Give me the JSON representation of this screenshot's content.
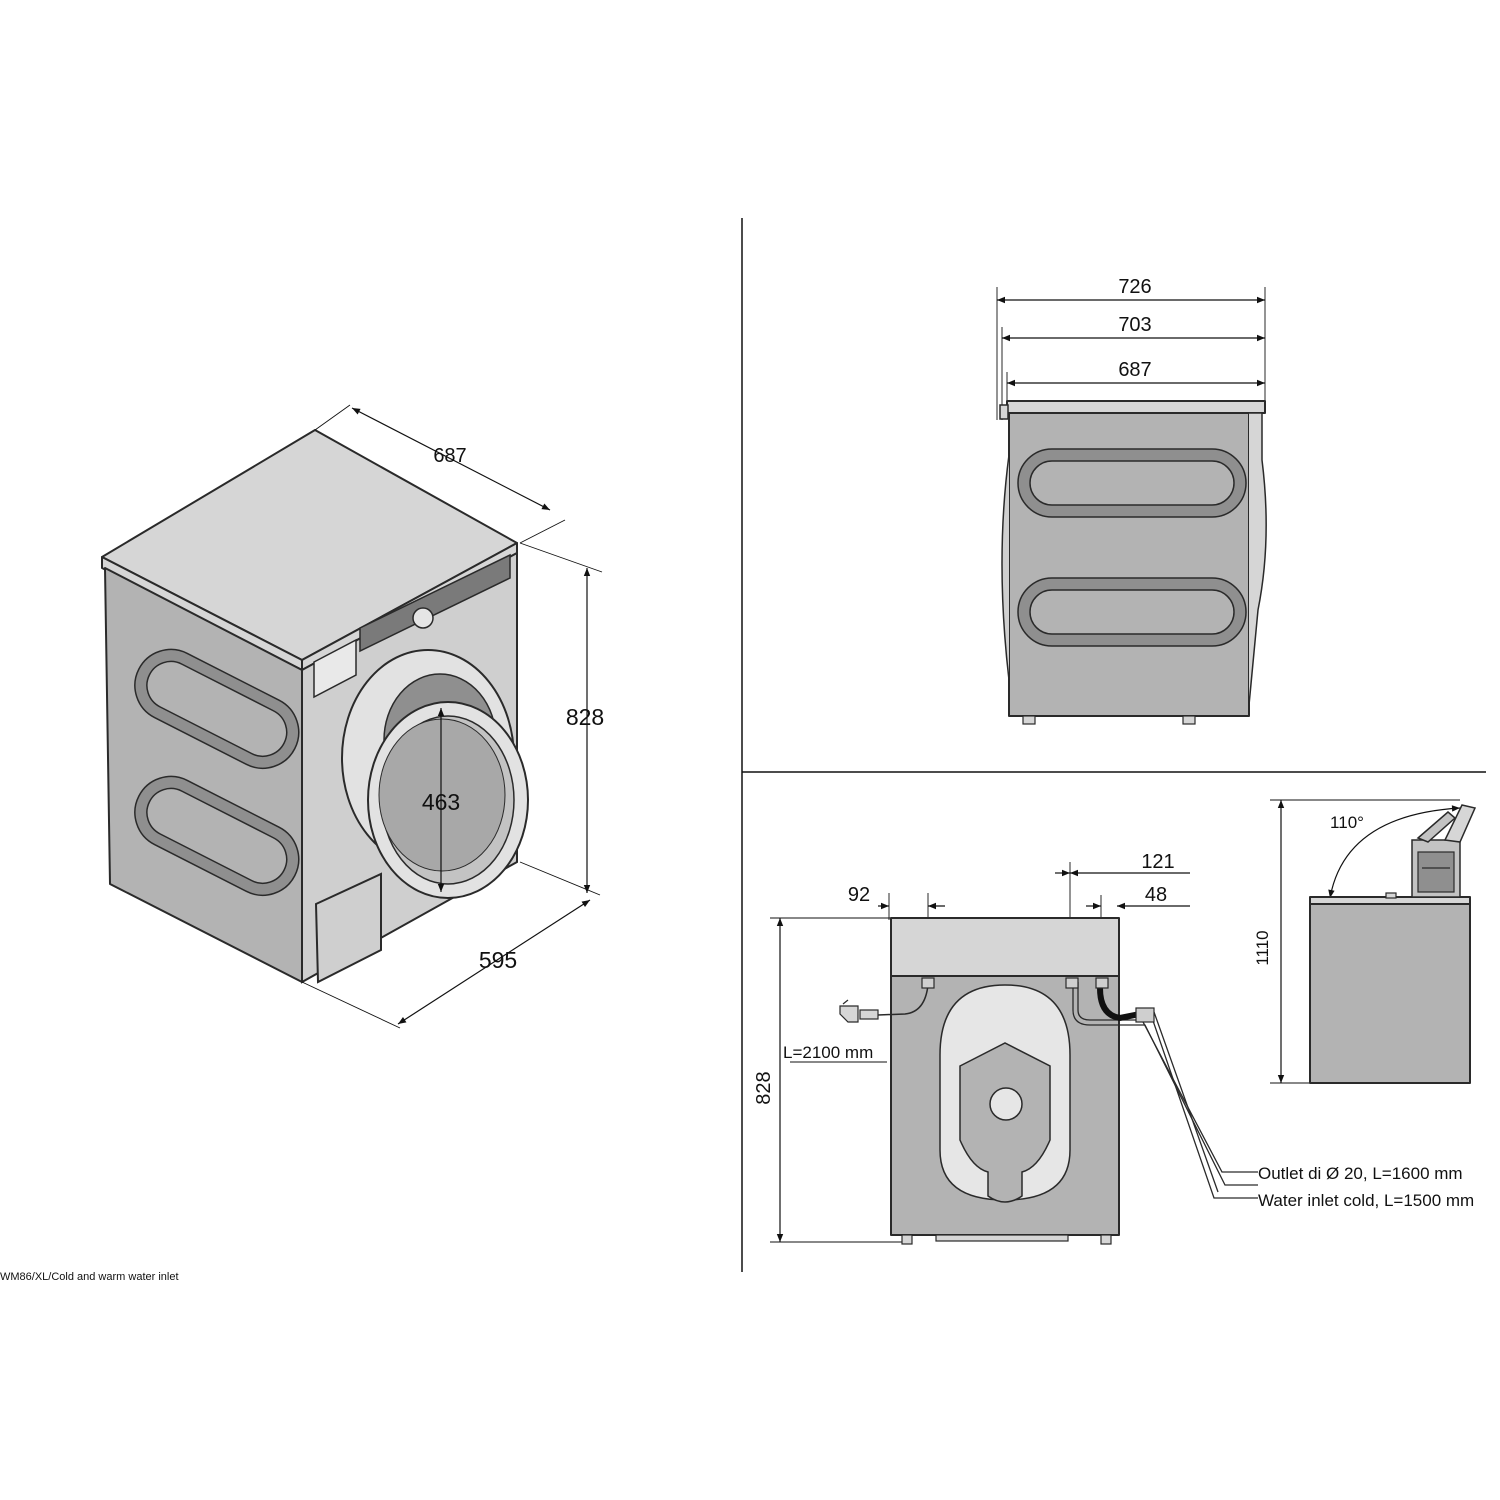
{
  "isometric_view": {
    "depth_label": "687",
    "height_label": "828",
    "width_label": "595",
    "door_diameter_label": "463"
  },
  "side_view": {
    "overall_depth_label": "726",
    "depth_mid_label": "703",
    "depth_body_label": "687"
  },
  "rear_view": {
    "power_offset_label": "92",
    "outlet_offset_label": "121",
    "inlet_offset_label": "48",
    "height_label": "828",
    "power_cable_label": "L=2100 mm",
    "outlet_note": "Outlet di Ø 20, L=1600 mm",
    "inlet_note": "Water inlet cold, L=1500 mm"
  },
  "lid_view": {
    "angle_label": "110°",
    "open_height_label": "1110"
  },
  "caption": "WM86/XL/Cold and warm water inlet",
  "colors": {
    "cabinet": "#b3b3b3",
    "top_panel": "#d6d6d6",
    "outline": "#2a2a2a"
  }
}
